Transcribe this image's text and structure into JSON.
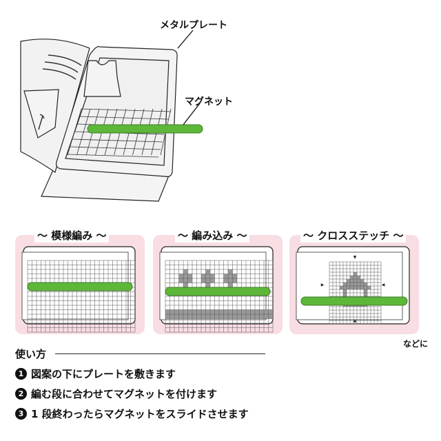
{
  "top_illustration": {
    "label_plate": "メタルプレート",
    "label_magnet": "マグネット"
  },
  "examples": [
    {
      "title": "～ 模様編み ～"
    },
    {
      "title": "～ 編み込み ～"
    },
    {
      "title": "～ クロスステッチ ～"
    }
  ],
  "etc_note": "などに",
  "howto": {
    "heading": "使い方",
    "steps": [
      {
        "num": "1",
        "text": "図案の下にプレートを敷きます"
      },
      {
        "num": "2",
        "text": "編む段に合わせてマグネットを付けます"
      },
      {
        "num": "3",
        "text": "1 段終わったらマグネットをスライドさせます"
      }
    ]
  },
  "colors": {
    "magnet": "#5db83a",
    "panel_bg": "#f8dde3",
    "fill_gray": "#999999"
  }
}
